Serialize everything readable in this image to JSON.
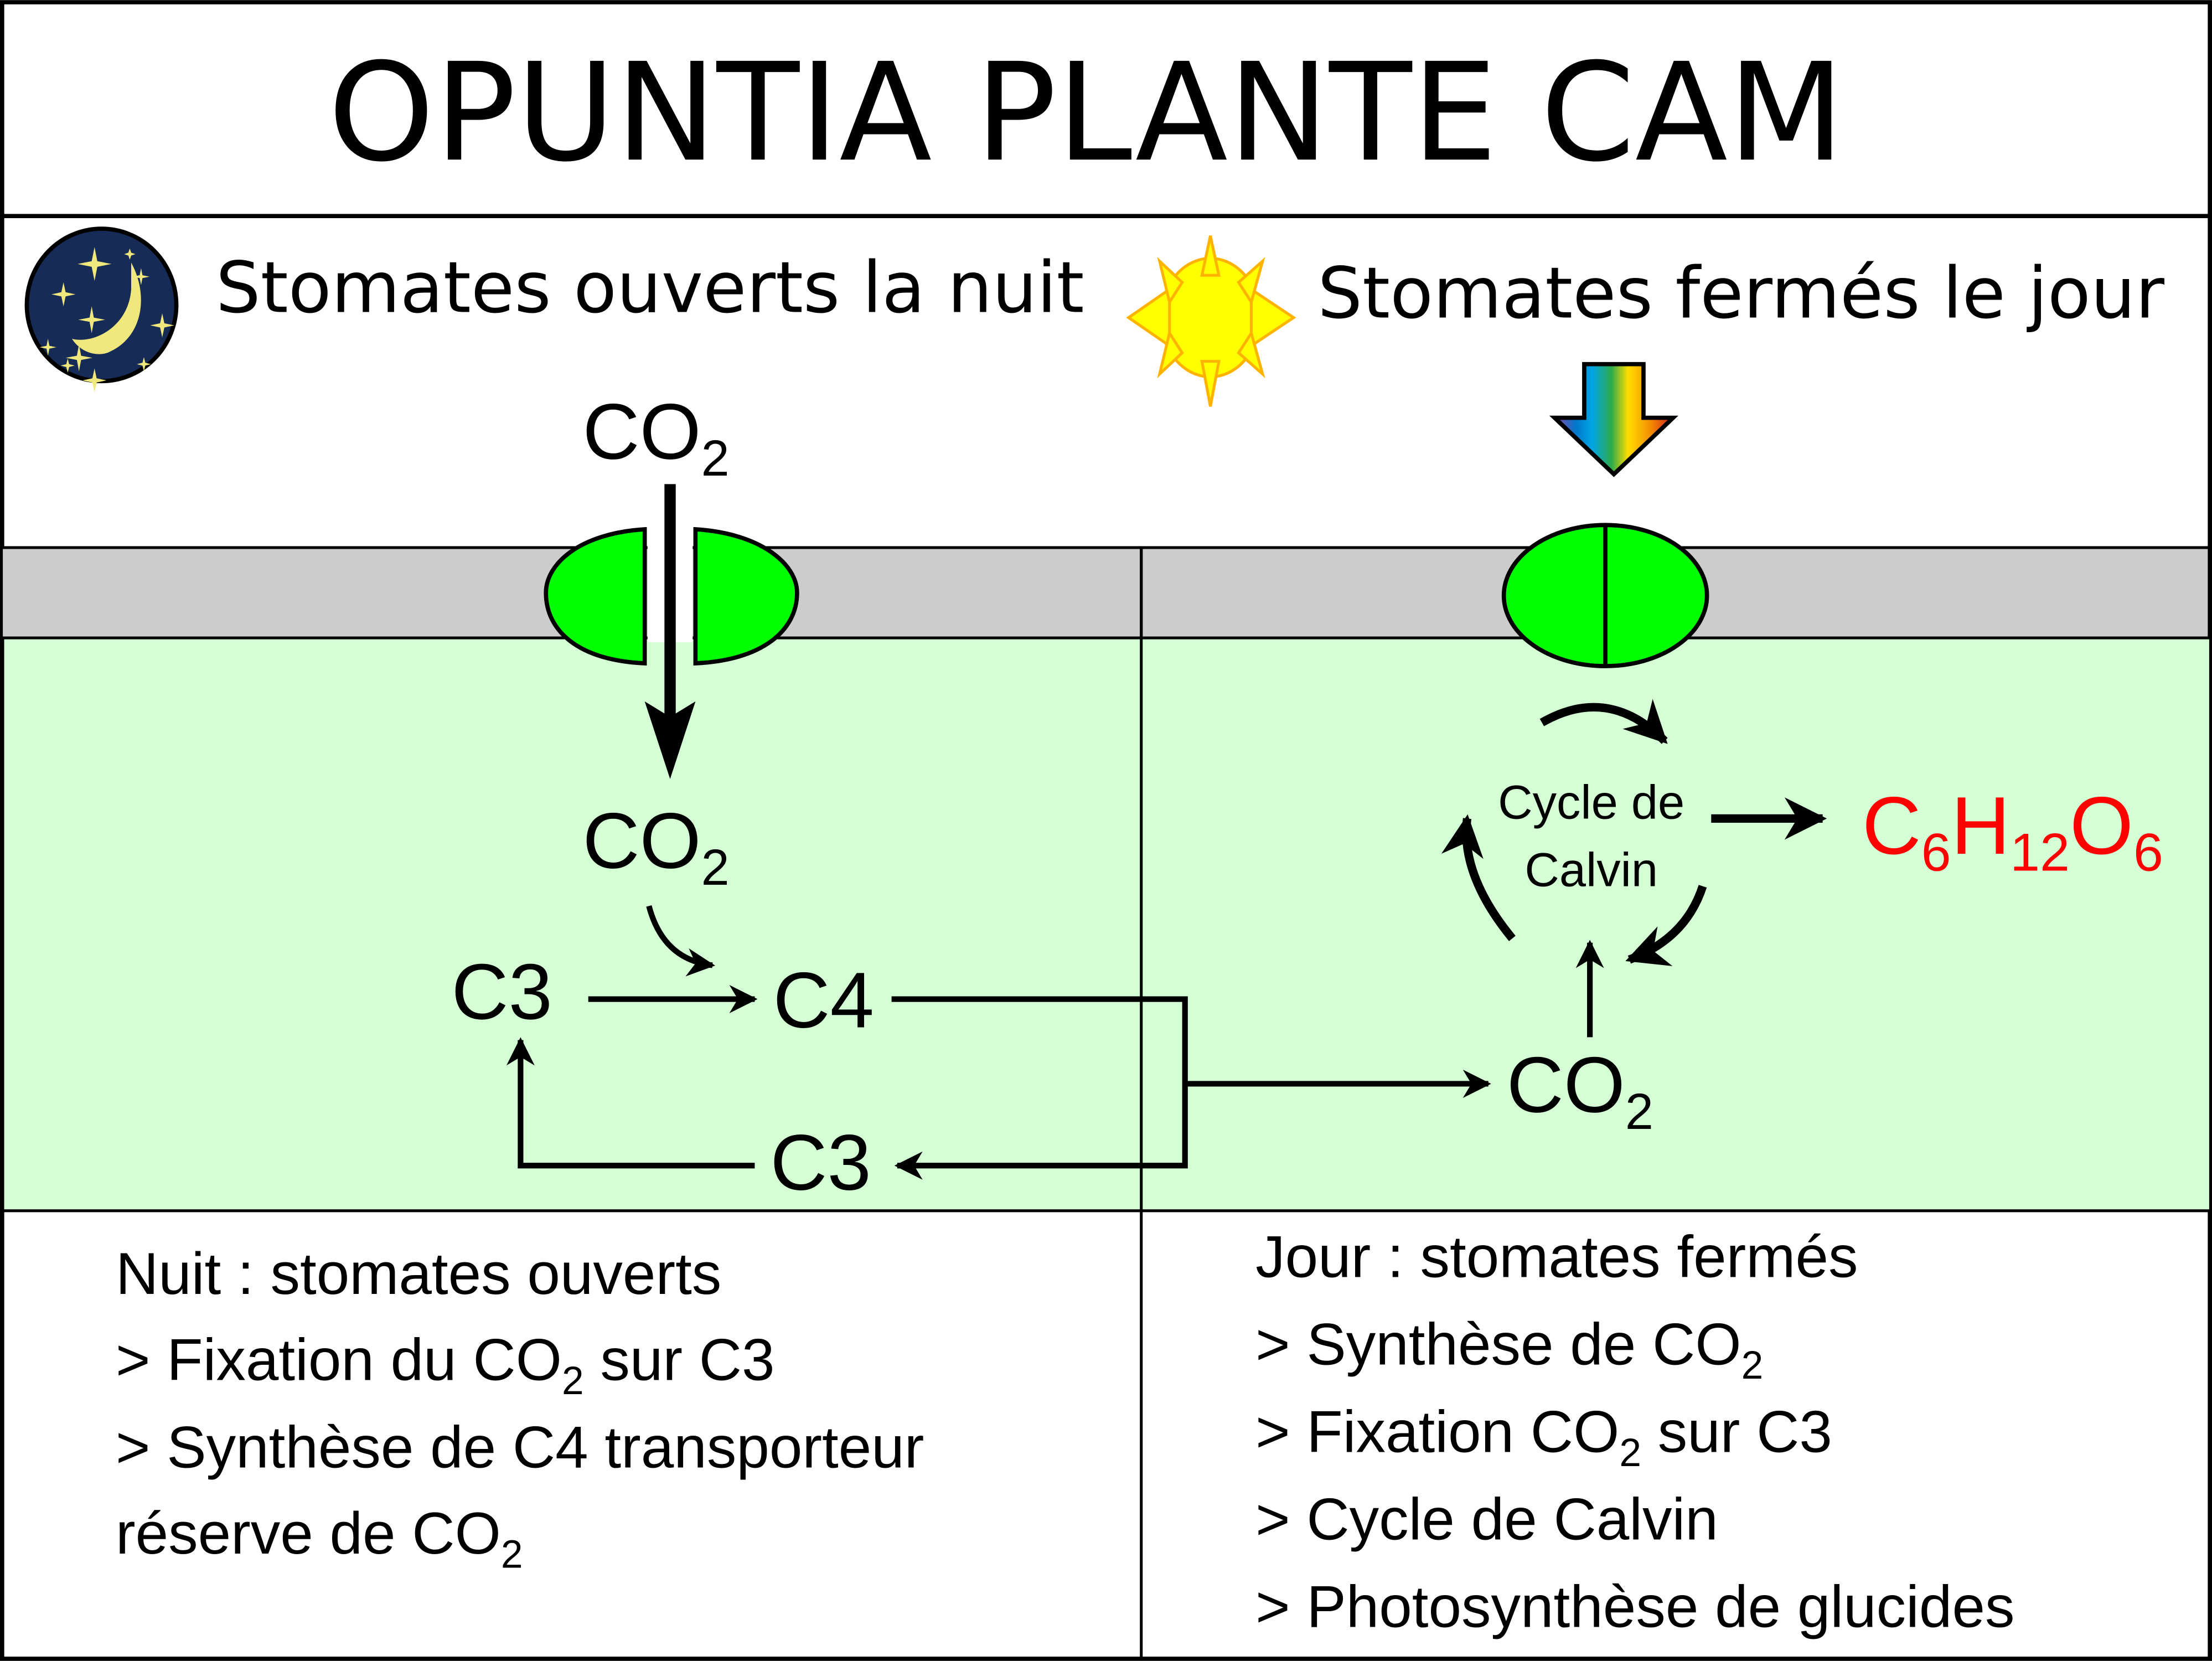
{
  "title": "OPUNTIA PLANTE CAM",
  "night": {
    "header": "Stomates ouverts la nuit",
    "co2_outside": {
      "base": "CO",
      "sub": "2"
    },
    "co2_inside": {
      "base": "CO",
      "sub": "2"
    },
    "c3_left": "C3",
    "c4": "C4",
    "c3_bottom": "C3",
    "notes": {
      "heading": "Nuit : stomates ouverts",
      "line1_pre": "> Fixation du CO",
      "line1_sub": "2",
      "line1_post": " sur C3",
      "line2": "> Synthèse de C4 transporteur",
      "line3_pre": "réserve de CO",
      "line3_sub": "2"
    }
  },
  "day": {
    "header": "Stomates fermés le jour",
    "calvin_line1": "Cycle de",
    "calvin_line2": "Calvin",
    "co2": {
      "base": "CO",
      "sub": "2"
    },
    "glucose": {
      "c": "C",
      "c_sub": "6",
      "h": "H",
      "h_sub": "12",
      "o": "O",
      "o_sub": "6"
    },
    "notes": {
      "heading": "Jour : stomates fermés",
      "line1_pre": "> Synthèse de CO",
      "line1_sub": "2",
      "line2_pre": "> Fixation CO",
      "line2_sub": "2",
      "line2_post": " sur C3",
      "line3": "> Cycle de Calvin",
      "line4": "> Photosynthèse de glucides"
    }
  },
  "colors": {
    "guard_cell": "#00ff00",
    "mesophyll": "#d5ffd5",
    "epidermis": "#cccccc",
    "glucose": "#ff0000",
    "night_sky": "#162b55",
    "moon": "#f0e87c",
    "sun": "#ffff00",
    "sun_outline": "#ffb300"
  }
}
